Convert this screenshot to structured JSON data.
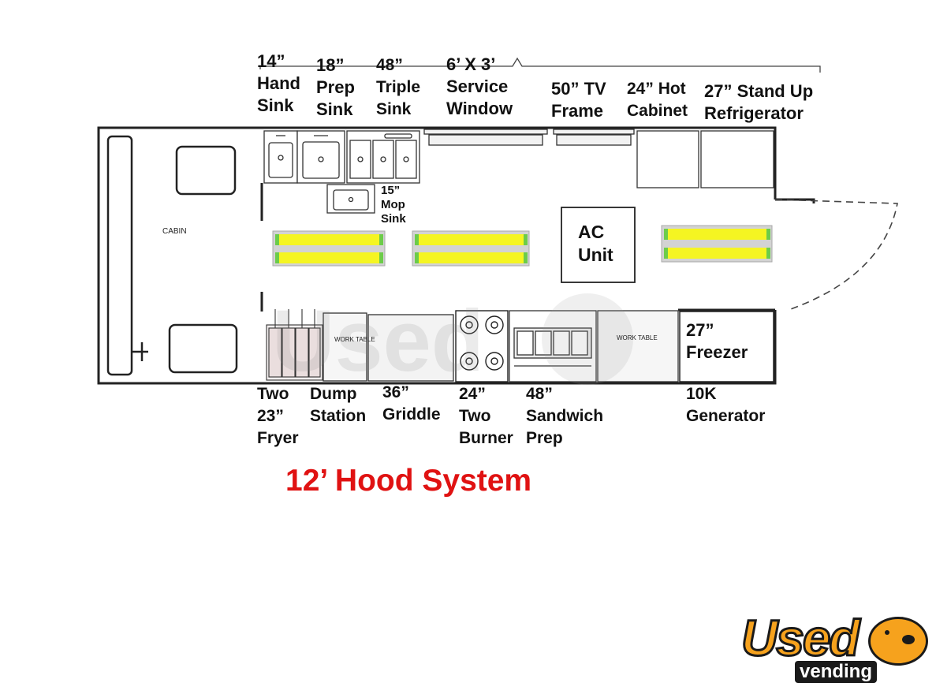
{
  "labels": {
    "hand_sink": "14”\nHand\nSink",
    "prep_sink": "18”\nPrep\nSink",
    "triple_sink": "48”\nTriple\nSink",
    "service_window": "6’ X 3’\nService\nWindow",
    "tv_frame": "50” TV\nFrame",
    "hot_cabinet": "24” Hot\nCabinet",
    "refrigerator": "27” Stand Up\nRefrigerator",
    "mop_sink": "15”\nMop\nSink",
    "ac_unit": "AC\nUnit",
    "fryer": "Two\n23”\nFryer",
    "dump_station": "Dump\nStation",
    "griddle": "36”\nGriddle",
    "two_burner": "24”\nTwo\nBurner",
    "sandwich_prep": "48”\nSandwich\nPrep",
    "freezer": "27”\nFreezer",
    "generator": "10K\nGenerator"
  },
  "small_text": {
    "cabin": "CABIN",
    "work_table_left": "WORK TABLE",
    "work_table_right": "WORK TABLE"
  },
  "title": "12’ Hood System",
  "watermark": {
    "brand": "Used",
    "sub": "vending"
  },
  "colors": {
    "title": "#e01212",
    "light_fill": "#f5f522",
    "light_frame": "#c9c9c9",
    "light_cap": "#6ccc4a",
    "watermark_orange": "#f6a21d",
    "line": "#222222"
  }
}
